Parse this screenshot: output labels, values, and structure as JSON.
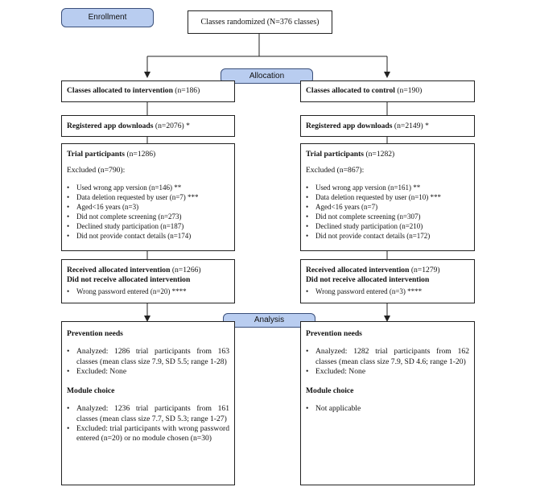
{
  "stages": {
    "enrollment": "Enrollment",
    "allocation": "Allocation",
    "analysis": "Analysis"
  },
  "randomized": "Classes randomized (N=376 classes)",
  "intervention": {
    "allocated_label": "Classes allocated to intervention",
    "allocated_count": " (n=186)",
    "downloads_label": "Registered app downloads",
    "downloads_count": " (n=2076) *",
    "participants_label": "Trial participants",
    "participants_count": " (n=1286)",
    "excluded": "Excluded (n=790):",
    "exclusions": [
      "Used wrong app version (n=146) **",
      "Data deletion requested by user (n=7) ***",
      "Aged<16 years (n=3)",
      "Did not complete screening (n=273)",
      "Declined study participation (n=187)",
      "Did not provide contact details (n=174)"
    ],
    "received": "Received allocated intervention",
    "received_count": " (n=1266)",
    "not_received": "Did not receive allocated intervention",
    "not_received_items": [
      "Wrong password entered (n=20) ****"
    ],
    "analysis": {
      "prevention_title": "Prevention needs",
      "prevention_items": [
        "Analyzed: 1286 trial participants from 163 classes (mean class size 7.9, SD 5.5; range 1-28)",
        "Excluded: None"
      ],
      "module_title": "Module choice",
      "module_items": [
        "Analyzed: 1236 trial participants from 161 classes (mean class size 7.7, SD 5.3; range 1-27)",
        "Excluded: trial participants with wrong password entered (n=20) or no module chosen (n=30)"
      ]
    }
  },
  "control": {
    "allocated_label": "Classes allocated to control",
    "allocated_count": " (n=190)",
    "downloads_label": "Registered app downloads",
    "downloads_count": " (n=2149) *",
    "participants_label": "Trial participants",
    "participants_count": " (n=1282)",
    "excluded": "Excluded (n=867):",
    "exclusions": [
      "Used wrong app version (n=161) **",
      "Data deletion requested by user (n=10) ***",
      "Aged<16 years (n=7)",
      "Did not complete screening (n=307)",
      "Declined study participation (n=210)",
      "Did not provide contact details (n=172)"
    ],
    "received": "Received allocated intervention",
    "received_count": " (n=1279)",
    "not_received": "Did not receive allocated intervention",
    "not_received_items": [
      "Wrong password entered (n=3) ****"
    ],
    "analysis": {
      "prevention_title": "Prevention needs",
      "prevention_items": [
        "Analyzed: 1282 trial participants from 162 classes (mean class size 7.9, SD 4.6; range 1-20)",
        "Excluded: None"
      ],
      "module_title": "Module choice",
      "module_items": [
        "Not applicable"
      ]
    }
  }
}
